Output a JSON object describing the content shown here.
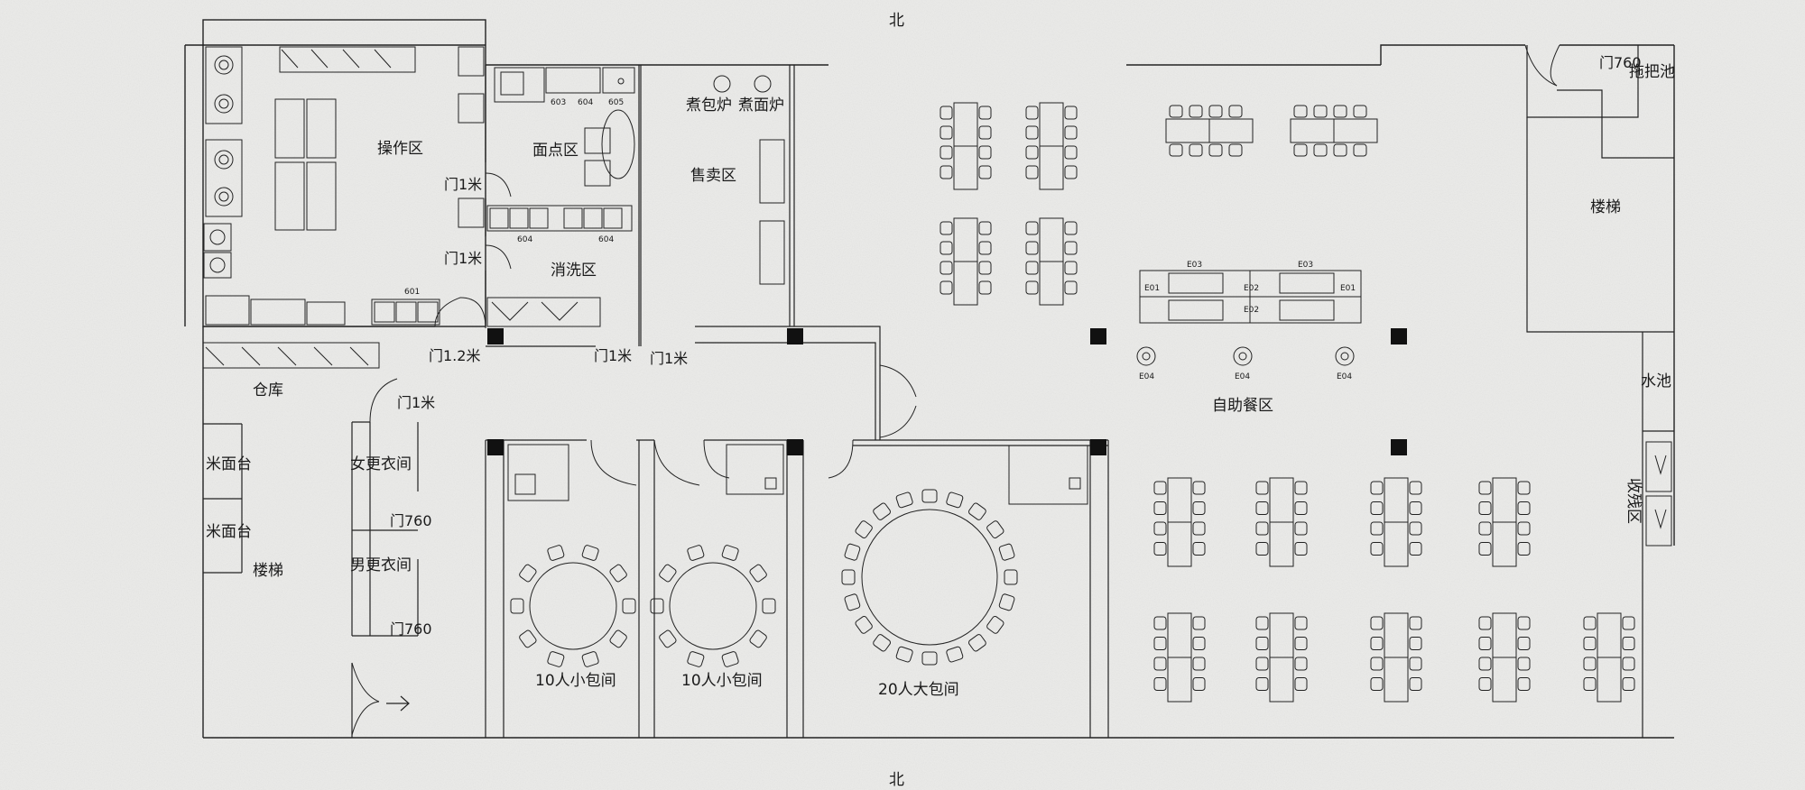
{
  "compass": {
    "north_top": "北",
    "north_bottom": "北"
  },
  "rooms": {
    "operation": "操作区",
    "pastry": "面点区",
    "sales": "售卖区",
    "washing": "消洗区",
    "warehouse": "仓库",
    "women_locker": "女更衣间",
    "men_locker": "男更衣间",
    "stairs_left": "楼梯",
    "stairs_right": "楼梯",
    "rice_table_1": "米面台",
    "rice_table_2": "米面台",
    "small_room_1": "10人小包间",
    "small_room_2": "10人小包间",
    "large_room": "20人大包间",
    "buffet": "自助餐区",
    "mop_pool": "拖把池",
    "sink": "水池",
    "tray_return": "收残区",
    "bun_stove": "煮包炉",
    "noodle_stove": "煮面炉"
  },
  "doors": {
    "d1": "门1米",
    "d2": "门1米",
    "d3": "门1.2米",
    "d4": "门1米",
    "d5": "门1米",
    "d6": "门1米",
    "d7": "门760",
    "d8": "门760",
    "d9": "门760"
  },
  "equipment_codes": {
    "c1": "603",
    "c2": "604",
    "c3": "605",
    "c4": "604",
    "c5": "604",
    "c6": "601",
    "e1": "E03",
    "e2": "E03",
    "e3": "E01",
    "e4": "E01",
    "e5": "E02",
    "e6": "E02",
    "e7": "E04",
    "e8": "E04",
    "e9": "E04"
  }
}
